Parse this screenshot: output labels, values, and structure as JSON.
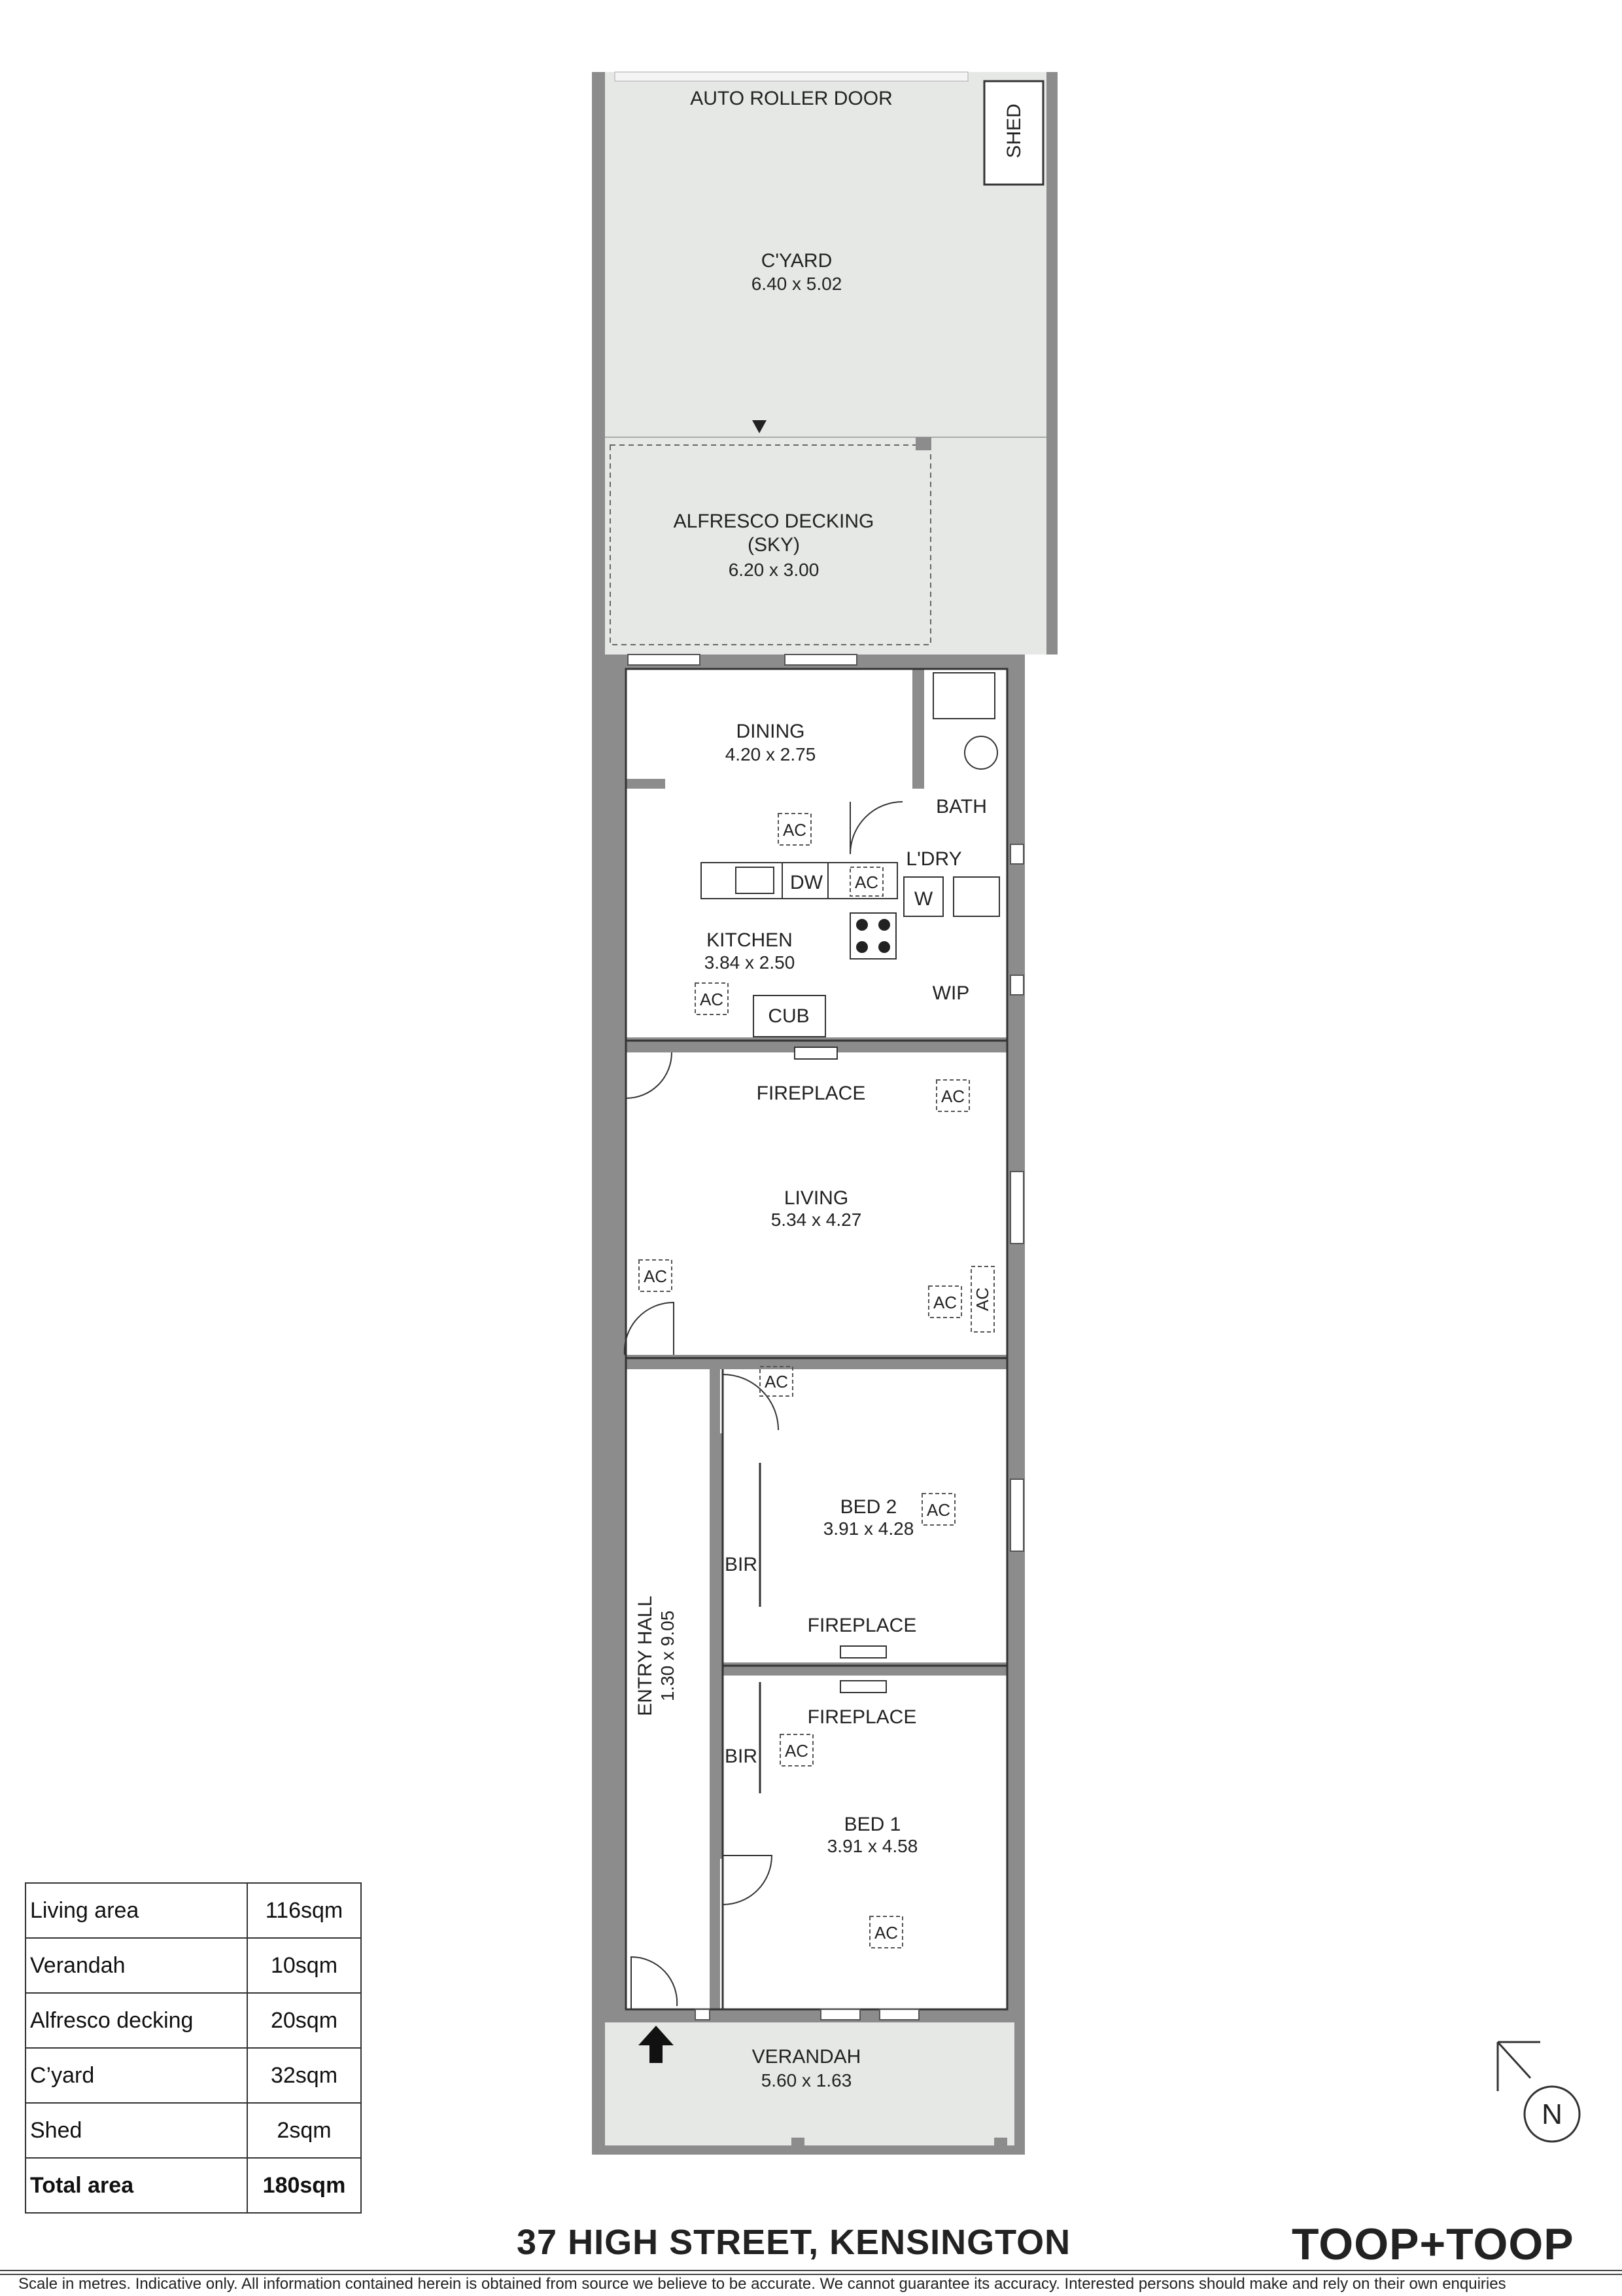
{
  "rooms": {
    "cyard": {
      "name": "C'YARD",
      "dims": "6.40 x 5.02"
    },
    "roller_door": "AUTO ROLLER DOOR",
    "shed": "SHED",
    "alfresco": {
      "name": "ALFRESCO DECKING",
      "sub": "(SKY)",
      "dims": "6.20 x 3.00"
    },
    "dining": {
      "name": "DINING",
      "dims": "4.20 x 2.75"
    },
    "bath": "BATH",
    "laundry": "L'DRY",
    "washer": "W",
    "dishwasher": "DW",
    "kitchen": {
      "name": "KITCHEN",
      "dims": "3.84 x 2.50"
    },
    "wip": "WIP",
    "cub": "CUB",
    "living": {
      "name": "LIVING",
      "dims": "5.34 x 4.27"
    },
    "fireplace": "FIREPLACE",
    "bed2": {
      "name": "BED 2",
      "dims": "3.91 x 4.28"
    },
    "bed1": {
      "name": "BED 1",
      "dims": "3.91 x 4.58"
    },
    "bir": "BIR",
    "entry": {
      "name": "ENTRY HALL",
      "dims": "1.30 x 9.05"
    },
    "verandah": {
      "name": "VERANDAH",
      "dims": "5.60 x 1.63"
    },
    "ac": "AC"
  },
  "compass": "N",
  "areas": [
    {
      "label": "Living area",
      "value": "116sqm"
    },
    {
      "label": "Verandah",
      "value": "10sqm"
    },
    {
      "label": "Alfresco decking",
      "value": "20sqm"
    },
    {
      "label": "C’yard",
      "value": "32sqm"
    },
    {
      "label": "Shed",
      "value": "2sqm"
    }
  ],
  "total": {
    "label": "Total area",
    "value": "180sqm"
  },
  "address": "37 HIGH STREET, KENSINGTON",
  "brand": "TOOP+TOOP",
  "disclaimer": "Scale in metres. Indicative only. All information contained herein is obtained from source we believe to be accurate. We cannot guarantee its accuracy. Interested persons should make and rely on their own enquiries",
  "colors": {
    "wall": "#8c8c8c",
    "outdoor": "#e6e8e6",
    "floor": "#ffffff",
    "text": "#222222"
  }
}
